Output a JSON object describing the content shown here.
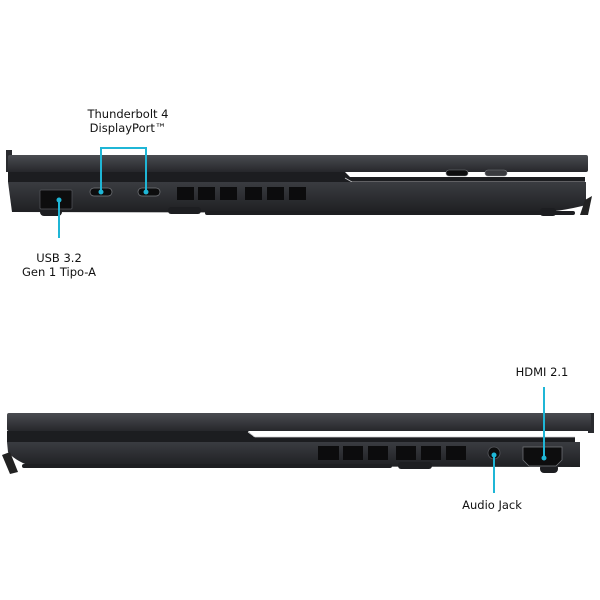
{
  "colors": {
    "callout": "#1fb6d6",
    "body": "#2b2d31",
    "body_dark": "#1b1c1f",
    "background": "#ffffff"
  },
  "left_view": {
    "thunderbolt_label_line1": "Thunderbolt 4",
    "thunderbolt_label_line2": "DisplayPort™",
    "usb_label_line1": "USB 3.2",
    "usb_label_line2": "Gen 1 Tipo-A"
  },
  "right_view": {
    "hdmi_label": "HDMI 2.1",
    "audio_label": "Audio Jack"
  }
}
